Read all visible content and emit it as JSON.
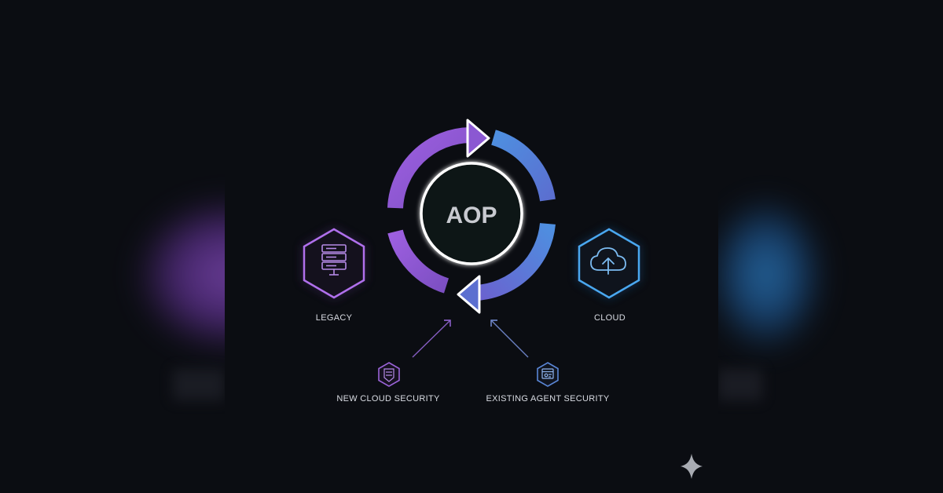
{
  "hub": {
    "label": "AOP"
  },
  "nodes": {
    "legacy": {
      "label": "LEGACY",
      "icon": "server-stack-icon",
      "color": "#a569e0"
    },
    "cloud": {
      "label": "CLOUD",
      "icon": "cloud-upload-icon",
      "color": "#4aa8f0"
    },
    "new_cloud_security": {
      "label": "NEW CLOUD SECURITY",
      "icon": "shield-layers-icon",
      "color": "#8f5fd0"
    },
    "existing_agent_security": {
      "label": "EXISTING AGENT SECURITY",
      "icon": "agent-window-icon",
      "color": "#5a86d6"
    }
  },
  "colors": {
    "purple": "#8e5bd1",
    "blue": "#4f86d8",
    "background": "#0b0d12"
  },
  "watermark": {
    "icon": "sparkle-icon"
  }
}
